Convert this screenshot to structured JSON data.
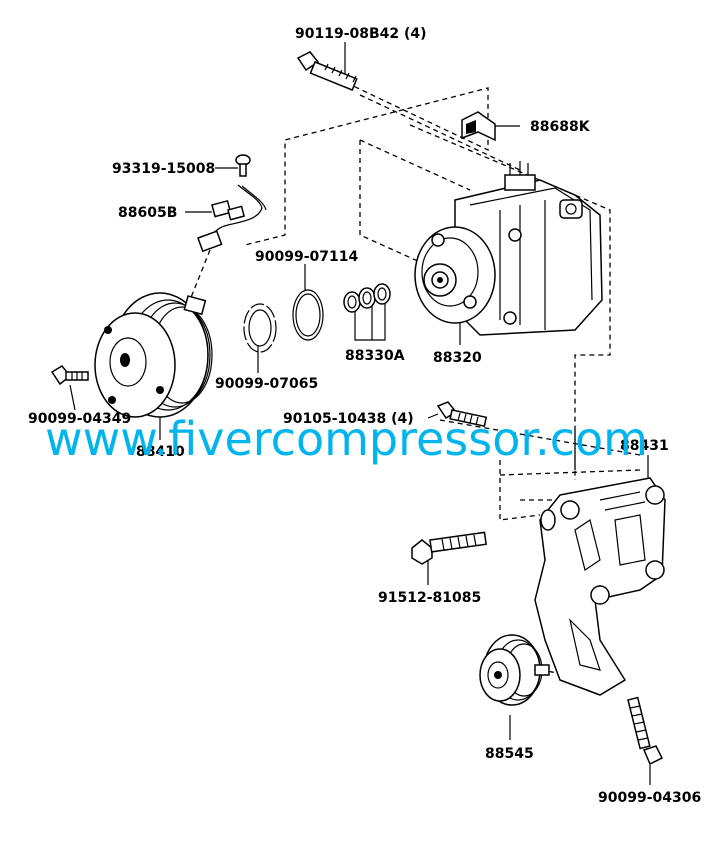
{
  "parts": {
    "bolt_top": "90119-08B42 (4)",
    "bracket_small": "88688K",
    "screw": "93319-15008",
    "harness": "88605B",
    "snap_ring": "90099-07114",
    "retainer": "90099-07065",
    "shims": "88330A",
    "compressor": "88320",
    "clutch_bolt": "90099-04349",
    "clutch": "88410",
    "bracket_bolt": "90105-10438 (4)",
    "bracket": "88431",
    "pivot_bolt": "91512-81085",
    "idler_pulley": "88545",
    "adjust_bolt": "90099-04306"
  },
  "watermark": "www.fivercompressor.com",
  "colors": {
    "watermark": "#00b4ee",
    "line": "#000000"
  }
}
